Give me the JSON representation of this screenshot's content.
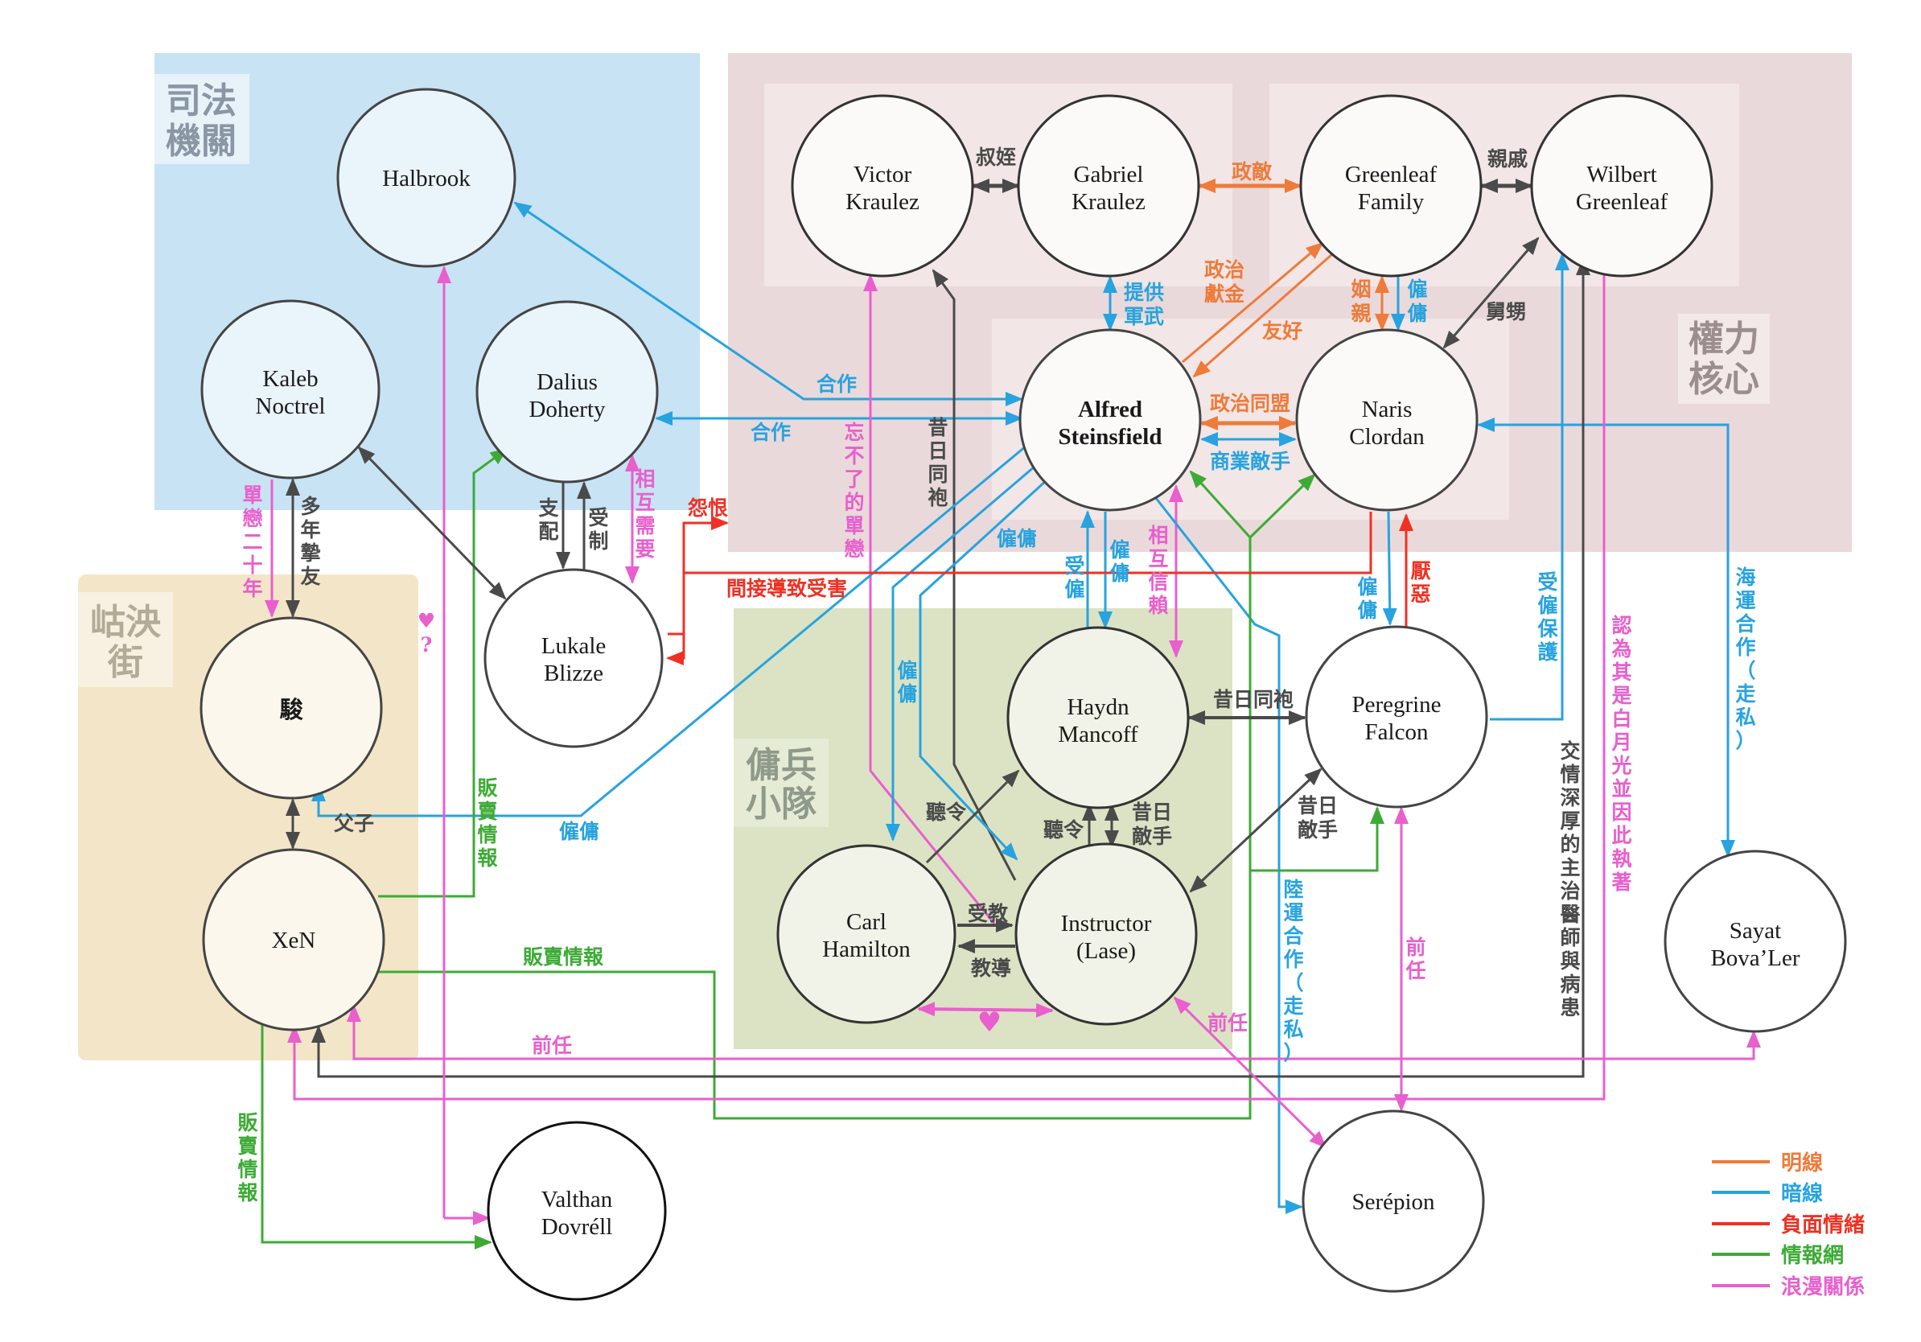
{
  "regions": [
    {
      "id": "judiciary",
      "title_lines": [
        "司法",
        "機關"
      ],
      "color": "#c8e3f3",
      "title_color": "#8a96a4"
    },
    {
      "id": "power",
      "title_lines": [
        "權力",
        "核心"
      ],
      "color": "#ead9da",
      "title_color": "#9c8d8e"
    },
    {
      "id": "street",
      "title_lines": [
        "岵泱",
        "街"
      ],
      "color": "#f3e5c8",
      "title_color": "#b3ab98"
    },
    {
      "id": "mercenary",
      "title_lines": [
        "傭兵",
        "小隊"
      ],
      "color": "#dbe3c4",
      "title_color": "#8f9a8a"
    }
  ],
  "nodes": [
    {
      "id": "halbrook",
      "lines": [
        "Halbrook"
      ],
      "fill": "#eaf4fb"
    },
    {
      "id": "kaleb",
      "lines": [
        "Kaleb",
        "Noctrel"
      ],
      "fill": "#eaf4fb"
    },
    {
      "id": "dalius",
      "lines": [
        "Dalius",
        "Doherty"
      ],
      "fill": "#eaf4fb"
    },
    {
      "id": "lukale",
      "lines": [
        "Lukale",
        "Blizze"
      ],
      "fill": "#ffffff"
    },
    {
      "id": "jun",
      "lines": [
        "駿"
      ],
      "fill": "#fbf7ec"
    },
    {
      "id": "xen",
      "lines": [
        "XeN"
      ],
      "fill": "#fbf7ec"
    },
    {
      "id": "valthan",
      "lines": [
        "Valthan",
        "Dovréll"
      ],
      "fill": "#ffffff"
    },
    {
      "id": "victor",
      "lines": [
        "Victor",
        "Kraulez"
      ],
      "fill": "#fcf9f9"
    },
    {
      "id": "gabriel",
      "lines": [
        "Gabriel",
        "Kraulez"
      ],
      "fill": "#fcf9f9"
    },
    {
      "id": "greenleaf_family",
      "lines": [
        "Greenleaf",
        "Family"
      ],
      "fill": "#fcf9f9"
    },
    {
      "id": "wilbert",
      "lines": [
        "Wilbert",
        "Greenleaf"
      ],
      "fill": "#fcf9f9"
    },
    {
      "id": "alfred",
      "lines": [
        "Alfred",
        "Steinsfield"
      ],
      "fill": "#fcf9f9"
    },
    {
      "id": "naris",
      "lines": [
        "Naris",
        "Clordan"
      ],
      "fill": "#fcf9f9"
    },
    {
      "id": "haydn",
      "lines": [
        "Haydn",
        "Mancoff"
      ],
      "fill": "#f1f3e8"
    },
    {
      "id": "peregrine",
      "lines": [
        "Peregrine",
        "Falcon"
      ],
      "fill": "#ffffff"
    },
    {
      "id": "carl",
      "lines": [
        "Carl",
        "Hamilton"
      ],
      "fill": "#f1f3e8"
    },
    {
      "id": "instructor",
      "lines": [
        "Instructor",
        "(Lase)"
      ],
      "fill": "#f1f3e8"
    },
    {
      "id": "sayat",
      "lines": [
        "Sayat",
        "Bova’Ler"
      ],
      "fill": "#ffffff"
    },
    {
      "id": "serepion",
      "lines": [
        "Serépion"
      ],
      "fill": "#ffffff"
    }
  ],
  "colors": {
    "open": "#ee7b3a",
    "hidden": "#27a3df",
    "negative": "#ee3124",
    "intel": "#3cab35",
    "romance": "#e95fcd",
    "neutral": "#4a4a4a"
  },
  "edge_labels": {
    "uncle_nephew": "叔姪",
    "political_enemy": "政敵",
    "relatives": "親戚",
    "provide_military": [
      "提供",
      "軍武"
    ],
    "political_donation": [
      "政治",
      "獻金"
    ],
    "friendly": "友好",
    "marriage": [
      "姻",
      "親"
    ],
    "hire_gf": [
      "僱",
      "傭"
    ],
    "uncle_nephew_in_law": "舅甥",
    "political_alliance": "政治同盟",
    "business_rival": "商業敵手",
    "cooperation_1": "合作",
    "cooperation_2": "合作",
    "unforgettable_crush": [
      "忘",
      "不",
      "了",
      "的",
      "單",
      "戀"
    ],
    "former_comrade_v": [
      "昔",
      "日",
      "同",
      "袍"
    ],
    "hire_1": "僱傭",
    "hired": [
      "受",
      "僱"
    ],
    "hire_2": [
      "僱",
      "傭"
    ],
    "mutual_trust": [
      "相",
      "互",
      "信",
      "賴"
    ],
    "resentment": "怨恨",
    "indirect_harm": "間接導致受害",
    "hire_naris": [
      "僱",
      "傭"
    ],
    "disgust": [
      "厭",
      "惡"
    ],
    "hired_protection": [
      "受",
      "僱",
      "保",
      "護"
    ],
    "sea_smuggling": [
      "海",
      "運",
      "合",
      "作",
      "（",
      "走",
      "私",
      "）"
    ],
    "white_moonlight": [
      "認",
      "為",
      "其",
      "是",
      "白",
      "月",
      "光",
      "並",
      "因",
      "此",
      "執",
      "著"
    ],
    "doctor_patient": [
      "交",
      "情",
      "深",
      "厚",
      "的",
      "主",
      "治",
      "醫",
      "師",
      "與",
      "病",
      "患"
    ],
    "crush_twenty_years": [
      "單",
      "戀",
      "二",
      "十",
      "年"
    ],
    "old_friends": [
      "多",
      "年",
      "摯",
      "友"
    ],
    "dominate": [
      "支",
      "配"
    ],
    "controlled": [
      "受",
      "制"
    ],
    "mutual_need": [
      "相",
      "互",
      "需",
      "要"
    ],
    "heart_question": [
      "♥",
      "?"
    ],
    "father_son": "父子",
    "sell_intel_1": [
      "販",
      "賣",
      "情",
      "報"
    ],
    "hire_jun": "僱傭",
    "hire_carl": [
      "僱",
      "傭"
    ],
    "former_comrade_h": "昔日同袍",
    "obey_1": "聽令",
    "obey_2": "聽令",
    "former_rival_1": [
      "昔日",
      "敵手"
    ],
    "former_rival_2": [
      "昔日",
      "敵手"
    ],
    "taught": "受教",
    "teach": "教導",
    "heart": "♥",
    "ex_1": "前任",
    "ex_2": "前任",
    "ex_3": "前任",
    "sell_intel_2": "販賣情報",
    "land_smuggling": [
      "陸",
      "運",
      "合",
      "作",
      "（",
      "走",
      "私",
      "）"
    ],
    "sell_intel_3": [
      "販",
      "賣",
      "情",
      "報"
    ]
  },
  "legend": [
    {
      "label": "明線",
      "color": "#ee7b3a"
    },
    {
      "label": "暗線",
      "color": "#27a3df"
    },
    {
      "label": "負面情緒",
      "color": "#ee3124"
    },
    {
      "label": "情報網",
      "color": "#3cab35"
    },
    {
      "label": "浪漫關係",
      "color": "#e95fcd"
    }
  ]
}
